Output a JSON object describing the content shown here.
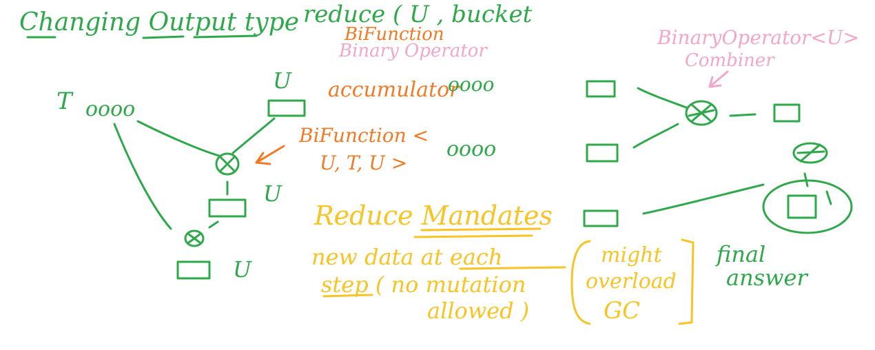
{
  "texts": {
    "title": "Changing Output type",
    "reduce_call": "reduce ( U , bucket",
    "bifunction_top": "BiFunction",
    "binary_operator_top": "Binary Operator",
    "var_u_top": "U",
    "var_t": "T",
    "t_elements": "oooo",
    "accumulator": "accumulator",
    "accumulator_elements": "oooo",
    "bifunction_sig_line1": "BiFunction <",
    "bifunction_sig_line2": "U, T, U >",
    "middle_elements": "oooo",
    "var_u_mid": "U",
    "var_u_bottom": "U",
    "binary_operator_right": "BinaryOperator<U>",
    "combiner": "Combiner",
    "reduce_mandates": "Reduce Mandates",
    "new_data_line1": "new data at each",
    "new_data_line2": "step  ( no mutation",
    "new_data_line3": "allowed )",
    "might_line1": "might",
    "might_line2": "overload",
    "might_line3": "GC",
    "final_line1": "final",
    "final_line2": "answer"
  },
  "colors": {
    "green": "#2ea84a",
    "orange": "#f07a25",
    "pink": "#f2a6c8",
    "yellow": "#f7c325"
  }
}
